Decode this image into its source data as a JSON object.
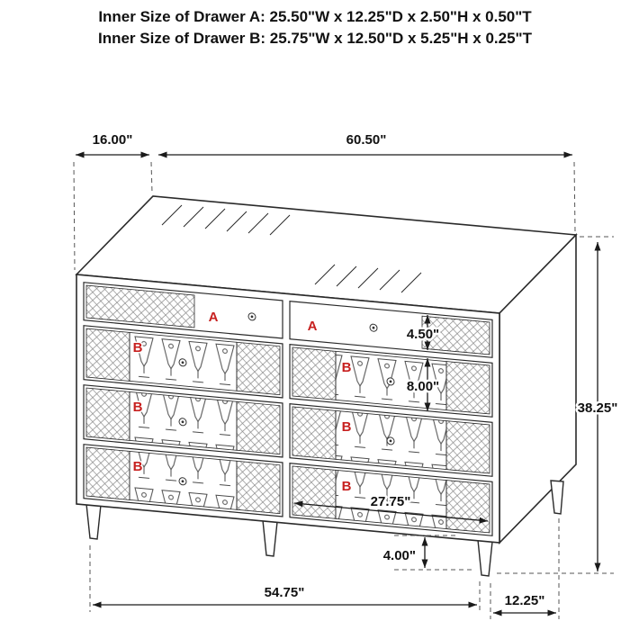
{
  "header": {
    "drawer_a_inner": "Inner Size of Drawer A: 25.50\"W x 12.25\"D x 2.50\"H x 0.50\"T",
    "drawer_b_inner": "Inner Size of Drawer B: 25.75\"W x 12.50\"D x 5.25\"H x 0.25\"T"
  },
  "dimensions": {
    "top_depth": "16.00\"",
    "top_width": "60.50\"",
    "overall_height": "38.25\"",
    "drawer_a_front_height": "4.50\"",
    "drawer_b_front_height": "8.00\"",
    "drawer_front_width": "27.75\"",
    "leg_height": "4.00\"",
    "base_width": "54.75\"",
    "base_depth": "12.25\""
  },
  "drawers": {
    "labels": [
      "A",
      "B",
      "B",
      "B",
      "A",
      "B",
      "B",
      "B"
    ]
  },
  "colors": {
    "label_red": "#c7201f",
    "line": "#2a2a2a",
    "background": "#ffffff"
  }
}
